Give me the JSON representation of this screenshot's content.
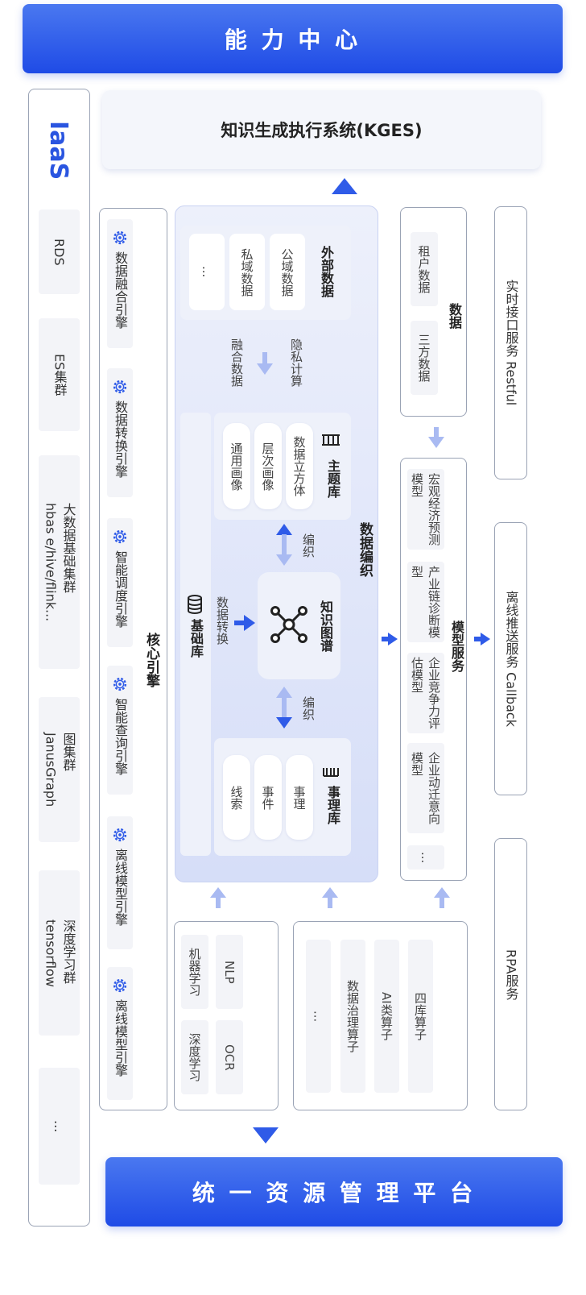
{
  "top_banner": "能 力 中 心",
  "bottom_banner": "统 一 资 源 管 理 平 台",
  "kges_title": "知识生成执行系统(KGES)",
  "iaas": {
    "title": "IaaS",
    "items": [
      "RDS",
      "ES集群",
      "大数据基础集群\nhbas e/hive/flink...",
      "图集群\nJanusGraph",
      "深度学习群\ntensorflow",
      "..."
    ]
  },
  "core_engines": {
    "title": "核心引擎",
    "items": [
      "数据融合引擎",
      "数据转换引擎",
      "智能调度引擎",
      "智能查询引擎",
      "离线模型引擎",
      "离线模型引擎"
    ]
  },
  "data_weave": {
    "title": "数据编织",
    "external_data": {
      "title": "外部数据",
      "items": [
        "公域数据",
        "私域数据",
        "..."
      ]
    },
    "fuse_label": "融合数据",
    "privacy_label": "隐私计算",
    "base_lib": "基础库",
    "convert_label": "数据转换",
    "theme_lib": {
      "title": "主题库",
      "items": [
        "数据立方体",
        "层次画像",
        "通用画像"
      ]
    },
    "weave_label": "编织",
    "knowledge_graph": "知识图谱",
    "event_lib": {
      "title": "事理库",
      "items": [
        "事理",
        "事件",
        "线索"
      ]
    }
  },
  "data_box": {
    "title": "数据",
    "items": [
      "租户数据",
      "三方数据"
    ]
  },
  "model_service": {
    "title": "模型服务",
    "items": [
      "宏观经济预测模型",
      "产业链诊断模型",
      "企业竞争力评估模型",
      "企业动迁意向模型",
      "..."
    ]
  },
  "services": [
    "实时接口服务 Restful",
    "离线推送服务 Callback",
    "RPA服务"
  ],
  "ai_box": [
    "NLP",
    "机器学习",
    "OCR",
    "深度学习"
  ],
  "operators": [
    "四库算子",
    "AI类算子",
    "数据治理算子",
    "..."
  ],
  "colors": {
    "accent": "#2f5be8",
    "banner": "#2653e8",
    "weave_bg": "#dfe5f9"
  }
}
